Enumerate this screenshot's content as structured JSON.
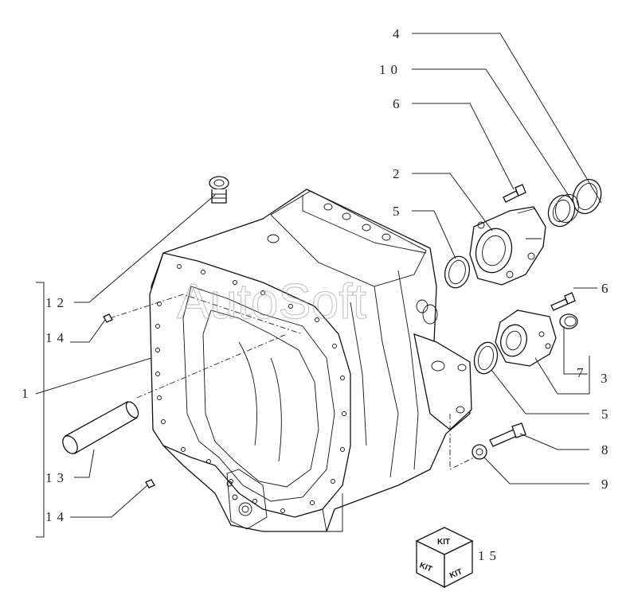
{
  "watermark": "AutoSoft",
  "callouts": {
    "c1": "1",
    "c2": "2",
    "c3": "3",
    "c4": "4",
    "c5a": "5",
    "c5b": "5",
    "c6a": "6",
    "c6b": "6",
    "c7": "7",
    "c8": "8",
    "c9": "9",
    "c10": "10",
    "c12": "12",
    "c13": "13",
    "c14a": "14",
    "c14b": "14",
    "c15": "15"
  },
  "kit_labels": {
    "top": "KIT",
    "left": "KIT",
    "right": "KIT"
  }
}
